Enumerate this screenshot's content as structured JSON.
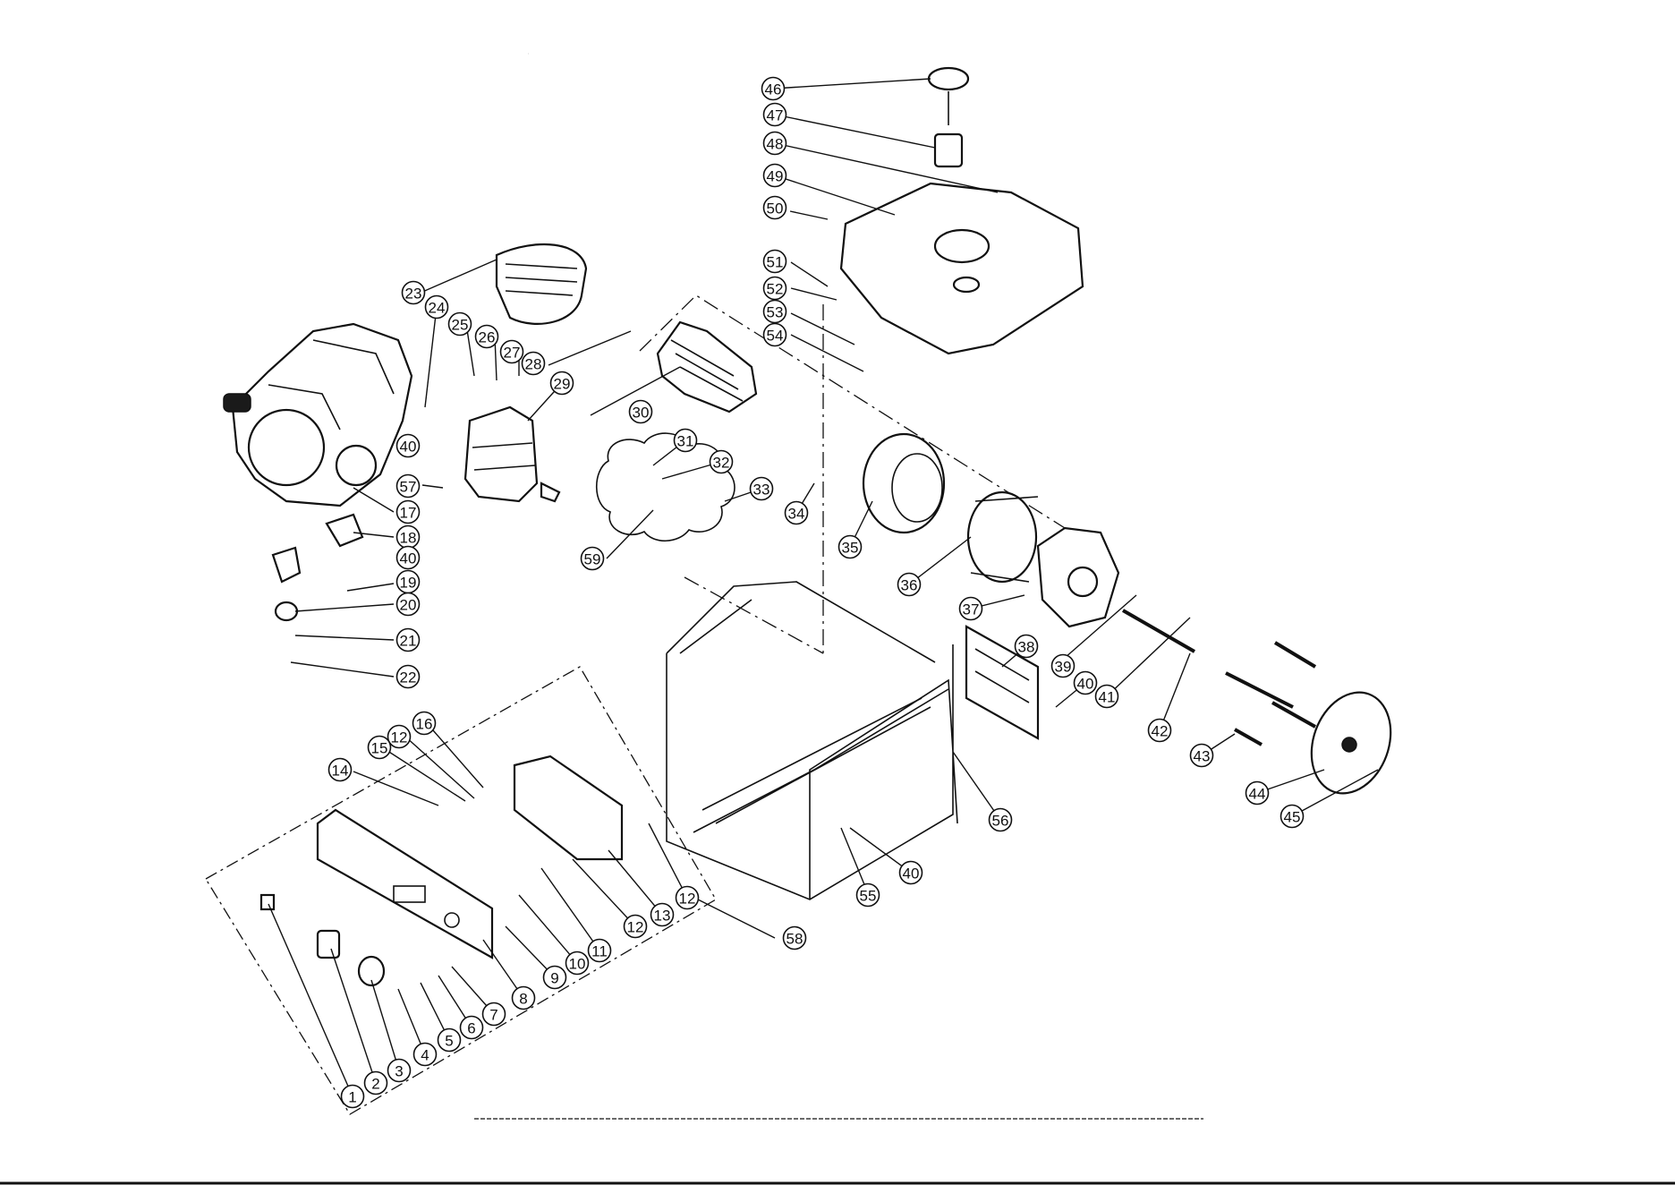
{
  "callouts": [
    {
      "label": "1"
    },
    {
      "label": "2"
    },
    {
      "label": "3"
    },
    {
      "label": "4"
    },
    {
      "label": "5"
    },
    {
      "label": "6"
    },
    {
      "label": "7"
    },
    {
      "label": "8"
    },
    {
      "label": "9"
    },
    {
      "label": "10"
    },
    {
      "label": "11"
    },
    {
      "label": "12"
    },
    {
      "label": "12"
    },
    {
      "label": "12"
    },
    {
      "label": "13"
    },
    {
      "label": "14"
    },
    {
      "label": "15"
    },
    {
      "label": "16"
    },
    {
      "label": "17"
    },
    {
      "label": "18"
    },
    {
      "label": "19"
    },
    {
      "label": "20"
    },
    {
      "label": "21"
    },
    {
      "label": "22"
    },
    {
      "label": "23"
    },
    {
      "label": "24"
    },
    {
      "label": "25"
    },
    {
      "label": "26"
    },
    {
      "label": "27"
    },
    {
      "label": "28"
    },
    {
      "label": "29"
    },
    {
      "label": "30"
    },
    {
      "label": "31"
    },
    {
      "label": "32"
    },
    {
      "label": "33"
    },
    {
      "label": "34"
    },
    {
      "label": "35"
    },
    {
      "label": "36"
    },
    {
      "label": "37"
    },
    {
      "label": "38"
    },
    {
      "label": "39"
    },
    {
      "label": "40"
    },
    {
      "label": "40"
    },
    {
      "label": "40"
    },
    {
      "label": "40"
    },
    {
      "label": "41"
    },
    {
      "label": "42"
    },
    {
      "label": "43"
    },
    {
      "label": "44"
    },
    {
      "label": "45"
    },
    {
      "label": "46"
    },
    {
      "label": "47"
    },
    {
      "label": "48"
    },
    {
      "label": "49"
    },
    {
      "label": "50"
    },
    {
      "label": "51"
    },
    {
      "label": "52"
    },
    {
      "label": "53"
    },
    {
      "label": "54"
    },
    {
      "label": "55"
    },
    {
      "label": "56"
    },
    {
      "label": "57"
    },
    {
      "label": "58"
    },
    {
      "label": "59"
    }
  ]
}
